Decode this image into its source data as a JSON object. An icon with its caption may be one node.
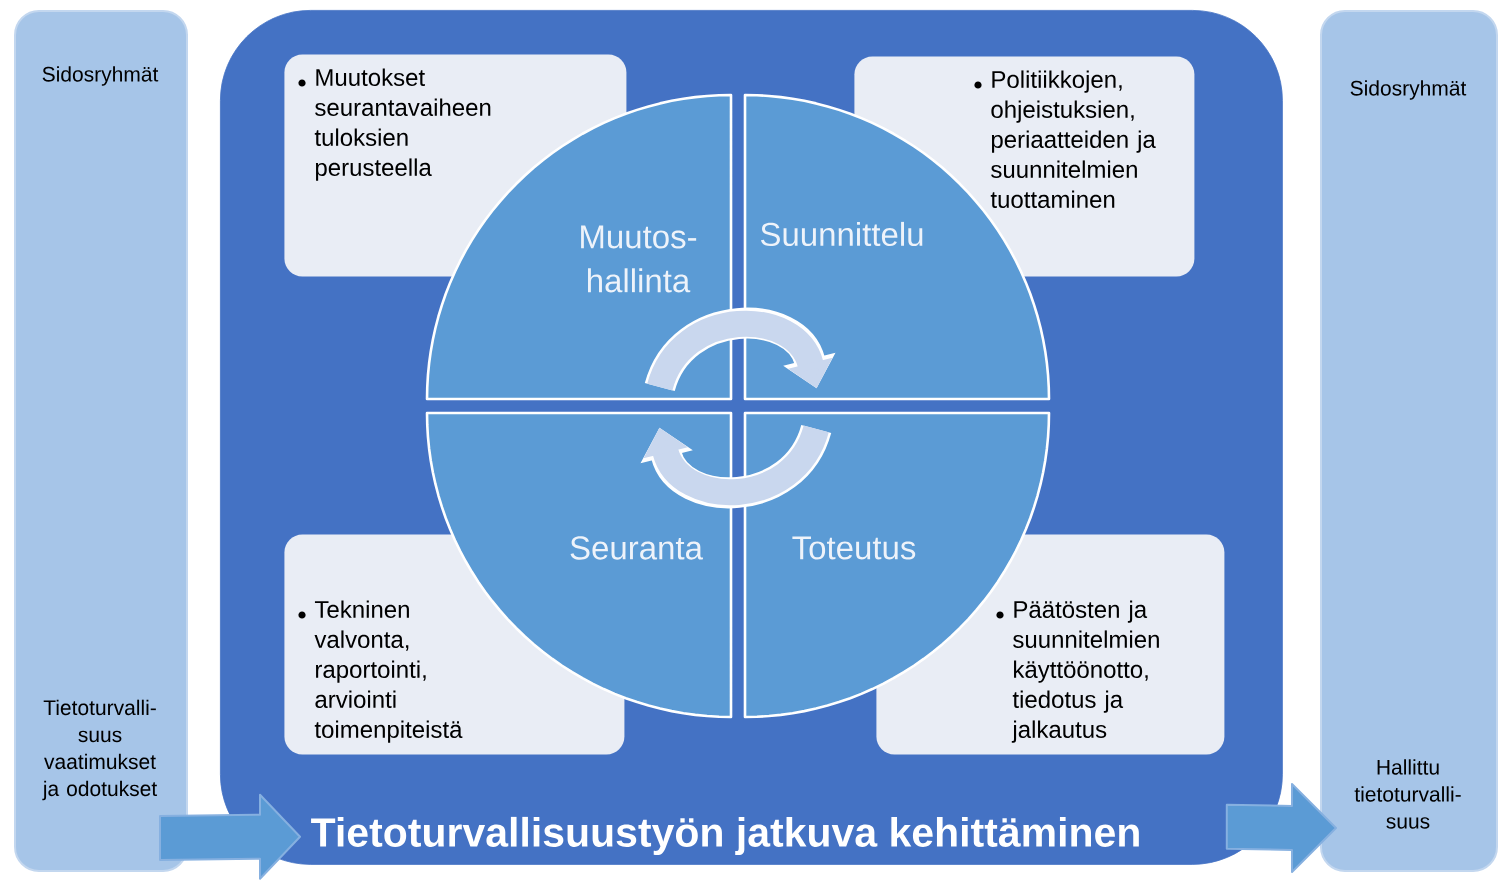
{
  "diagram": {
    "nodes": [
      {
        "text": [
          "Sidosryhmät",
          "Tietoturvalli- suus vaatimukset ja odotukset"
        ]
      },
      {
        "text": [
          "Tietoturvallisuustyön jatkuva kehittäminen"
        ]
      },
      {
        "text": [
          "Muutokset seurantavaiheen tuloksien perusteella"
        ],
        "in": 1
      },
      {
        "text": [
          "Politiikkojen, ohjeistuksien, periaatteiden ja suunnitelmien tuottaminen"
        ],
        "in": 1
      },
      {
        "text": [
          "Muutos- hallinta"
        ],
        "in": 1
      },
      {
        "text": [
          "Suunnittelu"
        ],
        "in": 1
      },
      {
        "text": [
          "Seuranta"
        ],
        "in": 1
      },
      {
        "text": [
          "Toteutus"
        ],
        "in": 1
      },
      {
        "text": [
          "Tekninen valvonta, raportointi, arviointi toimenpiteistä"
        ],
        "in": 1
      },
      {
        "text": [
          "Päätösten ja suunnitelmien käyttöönotto, tiedotus ja jalkautus"
        ],
        "in": 1
      },
      {
        "text": [
          "Sidosryhmät",
          "Hallittu tietoturvalli- suus"
        ]
      }
    ],
    "edges": [
      {
        "from": 0,
        "to": 1,
        "arrow": "to"
      },
      {
        "from": 4,
        "to": 5,
        "arrow": "to"
      },
      {
        "from": 7,
        "to": 6,
        "arrow": "to"
      },
      {
        "from": 1,
        "to": 10,
        "arrow": "to"
      }
    ]
  }
}
